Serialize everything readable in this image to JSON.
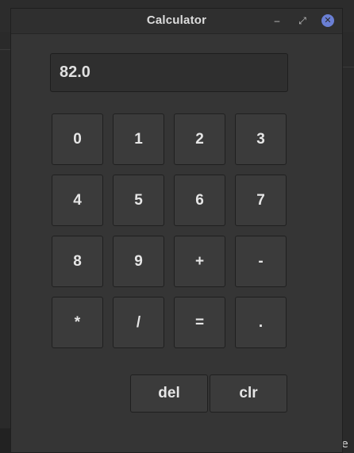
{
  "window": {
    "title": "Calculator",
    "controls": {
      "minimize": "–",
      "maximize": "⤢",
      "close": "✕"
    }
  },
  "display": {
    "value": "82.0"
  },
  "keypad": {
    "rows": [
      [
        "0",
        "1",
        "2",
        "3"
      ],
      [
        "4",
        "5",
        "6",
        "7"
      ],
      [
        "8",
        "9",
        "+",
        "-"
      ],
      [
        "*",
        "/",
        "=",
        "."
      ]
    ]
  },
  "actions": {
    "delete_label": "del",
    "clear_label": "clr"
  },
  "background": {
    "partial_text": "code"
  },
  "colors": {
    "window_bg": "#353535",
    "titlebar_bg": "#2f2f2f",
    "button_bg": "#3b3b3b",
    "text": "#e6e6e6",
    "close_accent": "#6a7fd4"
  }
}
